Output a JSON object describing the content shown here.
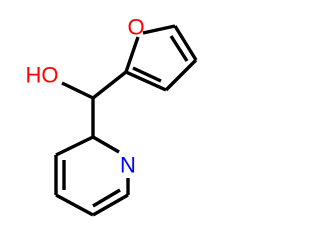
{
  "atoms": {
    "hydroxyl": {
      "text": "HO",
      "color": "#ff0000"
    },
    "furan_oxygen": {
      "text": "O",
      "color": "#ff0000"
    },
    "pyridine_nitrogen": {
      "text": "N",
      "color": "#0000ff"
    }
  },
  "bond_color": "#000000"
}
